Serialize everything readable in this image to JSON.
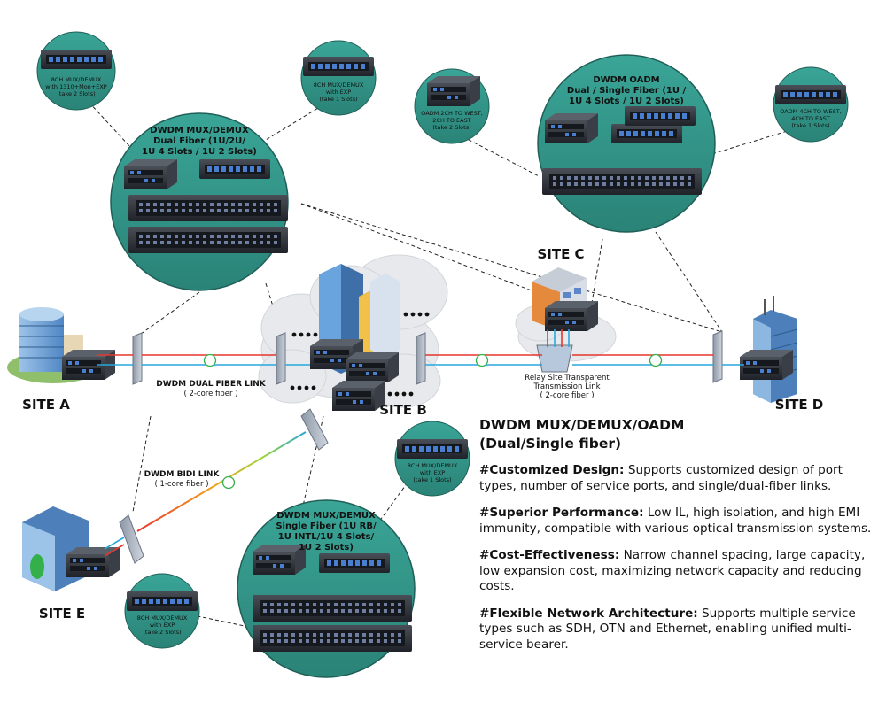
{
  "colors": {
    "bubble": "#2f9488",
    "bubble_dark": "#256f66",
    "fiber_red": "#e8362d",
    "fiber_blue": "#27a9dd",
    "cloud": "#e7e9ec",
    "device": "#2b2f36",
    "port": "#4a7fd0",
    "lambda_green": "#33b04a"
  },
  "sites": {
    "a": "SITE A",
    "b": "SITE B",
    "c": "SITE C",
    "d": "SITE D",
    "e": "SITE E"
  },
  "links": {
    "dual": {
      "line1": "DWDM DUAL FIBER LINK",
      "line2": "( 2-core fiber )"
    },
    "bidi": {
      "line1": "DWDM BIDI LINK",
      "line2": "( 1-core fiber )"
    },
    "relay": {
      "line1": "Relay Site Transparent",
      "line2": "Transmission Link",
      "line3": "( 2-core fiber )"
    }
  },
  "bubbles": {
    "main_a": {
      "line1": "DWDM MUX/DEMUX",
      "line2": "Dual Fiber  (1U/2U/",
      "line3": "1U 4 Slots / 1U 2 Slots)"
    },
    "main_c": {
      "line1": "DWDM OADM",
      "line2": "Dual / Single Fiber  (1U /",
      "line3": "1U 4 Slots / 1U 2 Slots)"
    },
    "main_e": {
      "line1": "DWDM MUX/DEMUX",
      "line2": "Single Fiber  (1U RB/",
      "line3": "1U INTL/1U 4 Slots/",
      "line4": "1U 2 Slots)"
    },
    "small_a1": {
      "line1": "8CH MUX/DEMUX",
      "line2": "with 1310+Mon+EXP",
      "line3": "(take 2 Slots)"
    },
    "small_a2": {
      "line1": "8CH MUX/DEMUX",
      "line2": "with EXP",
      "line3": "(take 1 Slots)"
    },
    "small_c1": {
      "line1": "OADM  2CH TO WEST,",
      "line2": "2CH TO EAST",
      "line3": "(take 2 Slots)"
    },
    "small_c2": {
      "line1": "OADM 4CH TO WEST,",
      "line2": "4CH TO EAST",
      "line3": "(take 1 Slots)"
    },
    "small_e1": {
      "line1": "8CH MUX/DEMUX",
      "line2": "with EXP",
      "line3": "(take 1 Slots)"
    },
    "small_e2": {
      "line1": "8CH MUX/DEMUX",
      "line2": "with EXP",
      "line3": "(take 2 Slots)"
    }
  },
  "info": {
    "heading_line1": "DWDM MUX/DEMUX/OADM",
    "heading_line2": "(Dual/Single fiber)",
    "features": [
      {
        "title": "#Customized Design:",
        "text": " Supports customized design of port types, number of service ports, and single/dual-fiber links."
      },
      {
        "title": "#Superior Performance:",
        "text": " Low IL, high isolation, and high EMI immunity, compatible with various optical transmission systems."
      },
      {
        "title": "#Cost-Effectiveness:",
        "text": " Narrow channel spacing, large capacity, low expansion cost, maximizing network capacity and reducing costs."
      },
      {
        "title": "#Flexible Network Architecture:",
        "text": " Supports multiple service types such as SDH, OTN and Ethernet, enabling unified multi-service bearer."
      }
    ]
  }
}
